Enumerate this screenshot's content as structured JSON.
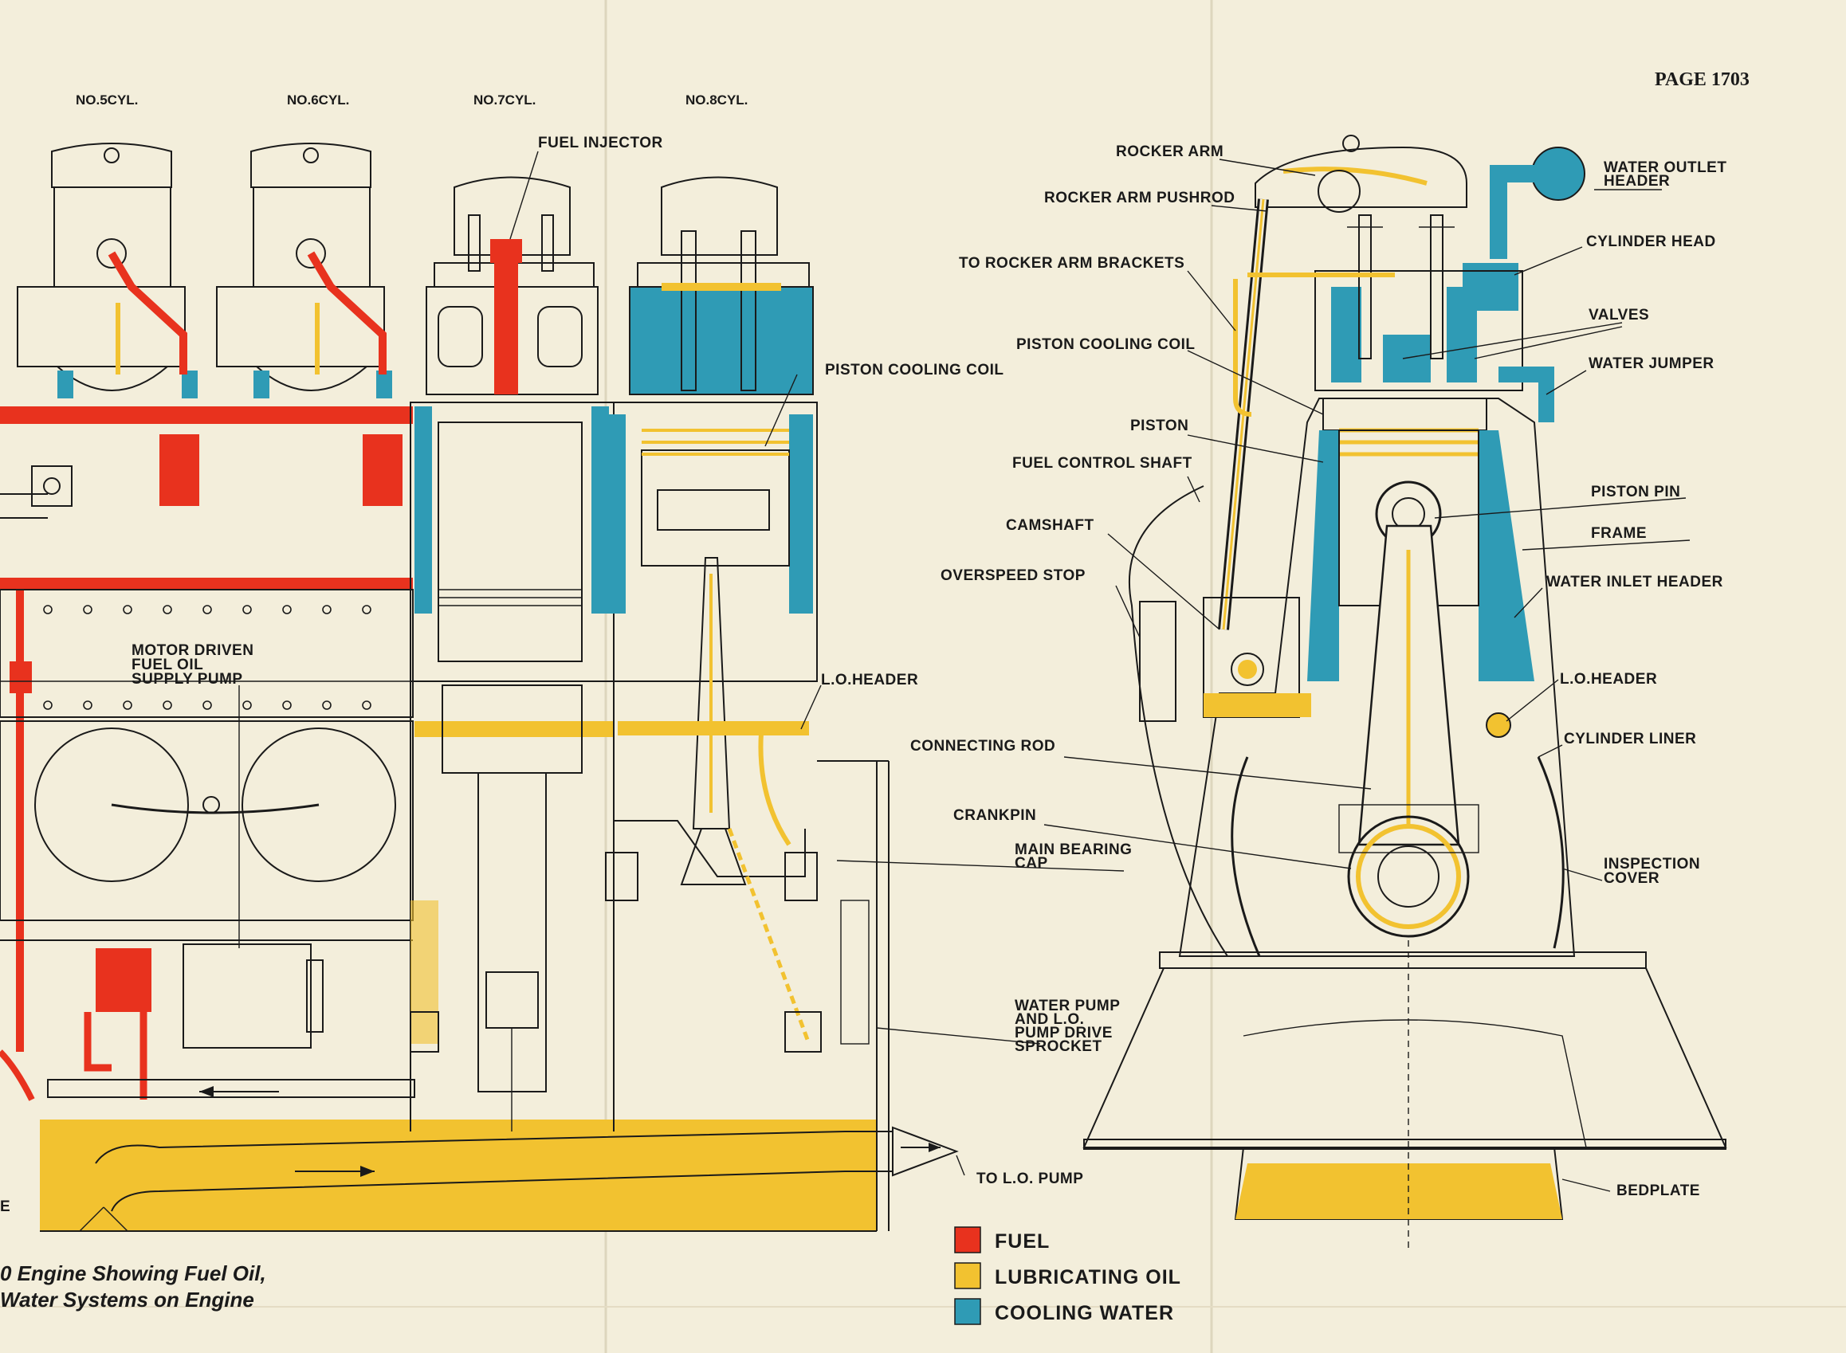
{
  "page_number": "PAGE 1703",
  "cylinder_labels": [
    "NO.5CYL.",
    "NO.6CYL.",
    "NO.7CYL.",
    "NO.8CYL."
  ],
  "left_labels": {
    "fuel_injector": "FUEL INJECTOR",
    "piston_cooling_coil": "PISTON COOLING COIL",
    "lo_header": "L.O.HEADER",
    "motor_pump_1": "MOTOR DRIVEN",
    "motor_pump_2": "FUEL OIL",
    "motor_pump_3": "SUPPLY PUMP",
    "to_lo_pump": "TO L.O. PUMP",
    "strainer_fragment": "E"
  },
  "center_labels": {
    "rocker_arm": "ROCKER ARM",
    "rocker_arm_pushrod": "ROCKER ARM PUSHROD",
    "to_rocker_arm_brackets": "TO ROCKER  ARM BRACKETS",
    "piston_cooling_coil": "PISTON COOLING COIL",
    "piston": "PISTON",
    "fuel_control_shaft": "FUEL CONTROL SHAFT",
    "camshaft": "CAMSHAFT",
    "overspeed_stop": "OVERSPEED STOP",
    "connecting_rod": "CONNECTING ROD",
    "crankpin": "CRANKPIN",
    "main_bearing_cap_1": "MAIN BEARING",
    "main_bearing_cap_2": "CAP",
    "water_pump_1": "WATER PUMP",
    "water_pump_2": "AND L.O.",
    "water_pump_3": "PUMP DRIVE",
    "water_pump_4": "SPROCKET"
  },
  "right_labels": {
    "water_outlet_header_1": "WATER OUTLET",
    "water_outlet_header_2": "HEADER",
    "cylinder_head": "CYLINDER HEAD",
    "valves": "VALVES",
    "water_jumper": "WATER JUMPER",
    "piston_pin": "PISTON PIN",
    "frame": "FRAME",
    "water_inlet_header": "WATER INLET HEADER",
    "lo_header": "L.O.HEADER",
    "cylinder_liner": "CYLINDER LINER",
    "inspection_cover_1": "INSPECTION",
    "inspection_cover_2": "COVER",
    "bedplate": "BEDPLATE"
  },
  "caption": {
    "line1": "0 Engine Showing Fuel Oil,",
    "line2": "Water Systems on Engine"
  },
  "legend": [
    {
      "label": "FUEL",
      "color": "#e8321e"
    },
    {
      "label": "LUBRICATING OIL",
      "color": "#f2c230"
    },
    {
      "label": "COOLING WATER",
      "color": "#2f9bb5"
    }
  ],
  "colors": {
    "fuel": "#e8321e",
    "lube_oil": "#f2c230",
    "cooling_water": "#2f9bb5",
    "paper": "#f3eedb",
    "ink": "#1a1a1a"
  }
}
